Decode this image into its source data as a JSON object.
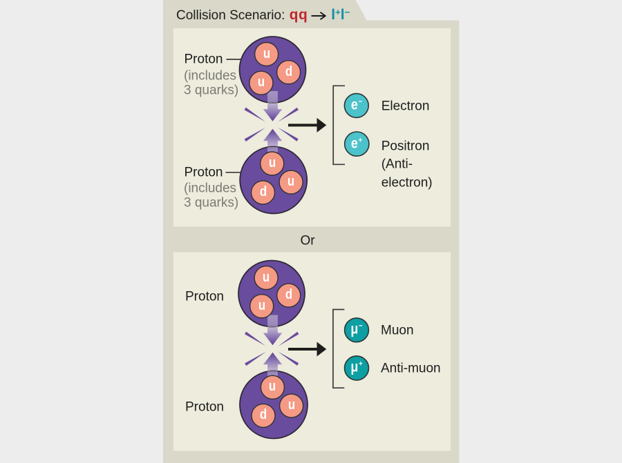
{
  "colors": {
    "outer_background": "#ededed",
    "folder_background": "#d9d8c9",
    "panel_background": "#edecdd",
    "proton_fill": "#6a4c9e",
    "quark_fill": "#f59a85",
    "electron_fill": "#4cc2ca",
    "muon_fill": "#0d9fa2",
    "quark_text_red": "#c1272d",
    "lepton_text_teal": "#0f8fa4",
    "ink": "#1c1c1c",
    "muted_text": "#7b7a74"
  },
  "title": {
    "prefix": "Collision Scenario:",
    "quarks": "qq",
    "lepton1": "l",
    "charge1": "+",
    "lepton2": "l",
    "charge2": "−"
  },
  "separator": "Or",
  "scenario1": {
    "proton_top": {
      "label": "Proton",
      "note_line1": "(includes",
      "note_line2": "3 quarks)",
      "quarks": [
        "u",
        "d",
        "u"
      ]
    },
    "proton_bottom": {
      "label": "Proton",
      "note_line1": "(includes",
      "note_line2": "3 quarks)",
      "quarks": [
        "u",
        "u",
        "d"
      ]
    },
    "products": [
      {
        "symbol": "e",
        "charge": "−",
        "name": "Electron"
      },
      {
        "symbol": "e",
        "charge": "+",
        "name": "Positron",
        "name_line2": "(Anti-",
        "name_line3": "electron)"
      }
    ]
  },
  "scenario2": {
    "proton_top": {
      "label": "Proton",
      "quarks": [
        "u",
        "d",
        "u"
      ]
    },
    "proton_bottom": {
      "label": "Proton",
      "quarks": [
        "u",
        "u",
        "d"
      ]
    },
    "products": [
      {
        "symbol": "μ",
        "charge": "−",
        "name": "Muon"
      },
      {
        "symbol": "μ",
        "charge": "+",
        "name": "Anti-muon"
      }
    ]
  }
}
